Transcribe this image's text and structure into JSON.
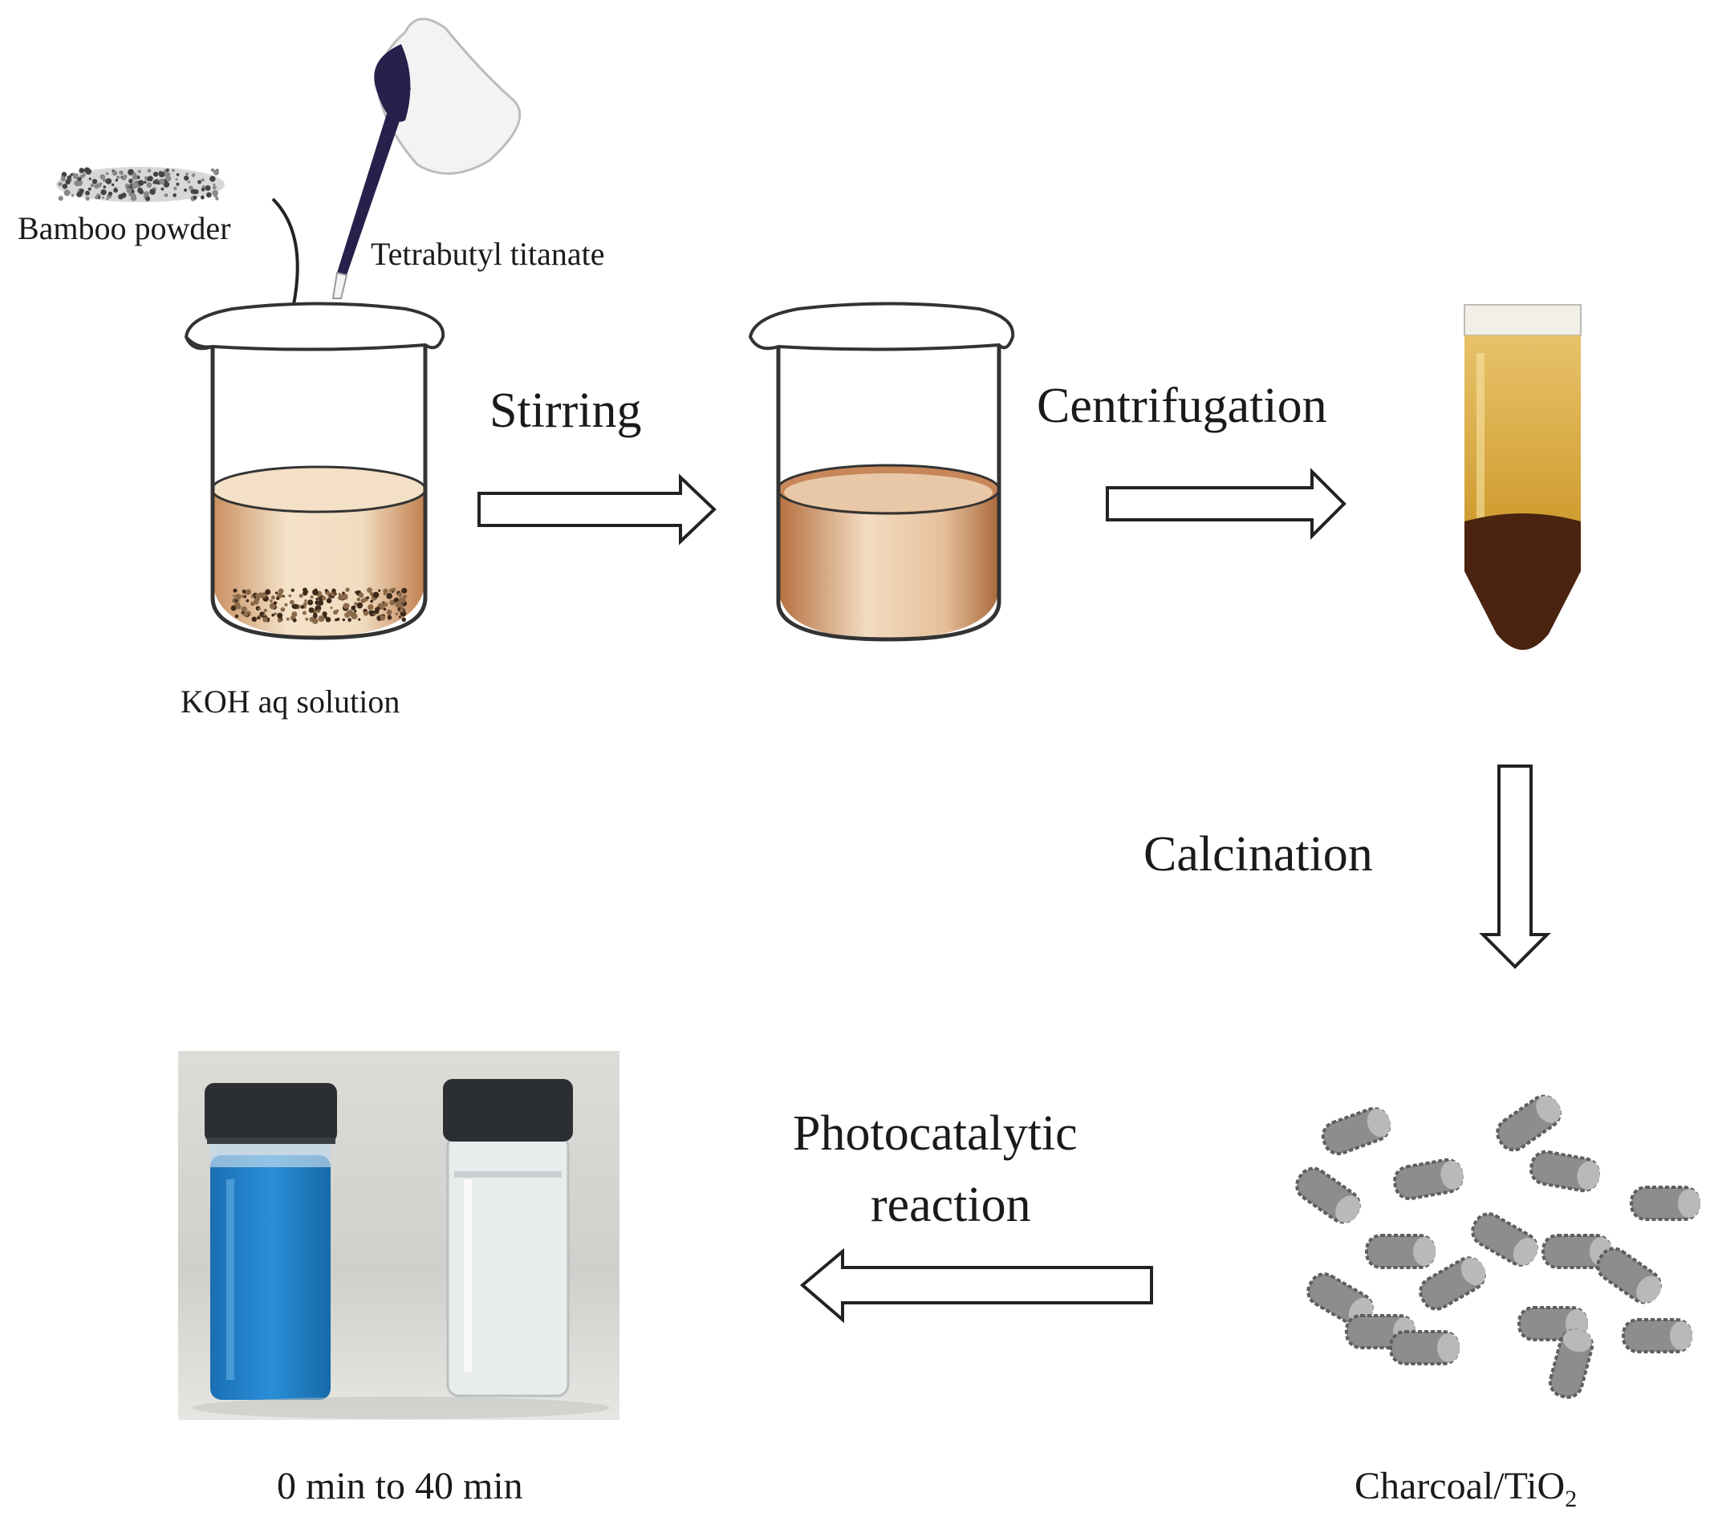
{
  "labels": {
    "bamboo_powder": "Bamboo powder",
    "tetrabutyl_titanate": "Tetrabutyl titanate",
    "koh_solution": "KOH aq solution",
    "stirring": "Stirring",
    "centrifugation": "Centrifugation",
    "calcination": "Calcination",
    "photocatalytic_line1": "Photocatalytic",
    "photocatalytic_line2": "reaction",
    "time_range": "0 min to 40 min",
    "charcoal_tio2_base": "Charcoal/TiO",
    "charcoal_tio2_sub": "2"
  },
  "colors": {
    "solution_light": "#f2dcc0",
    "solution_dark": "#c99060",
    "sediment": "#5a2a10",
    "blue_solution": "#1d7fc9",
    "vial_cap": "#2b2e33",
    "particle": "#8a8a8a",
    "outline": "#222222"
  }
}
